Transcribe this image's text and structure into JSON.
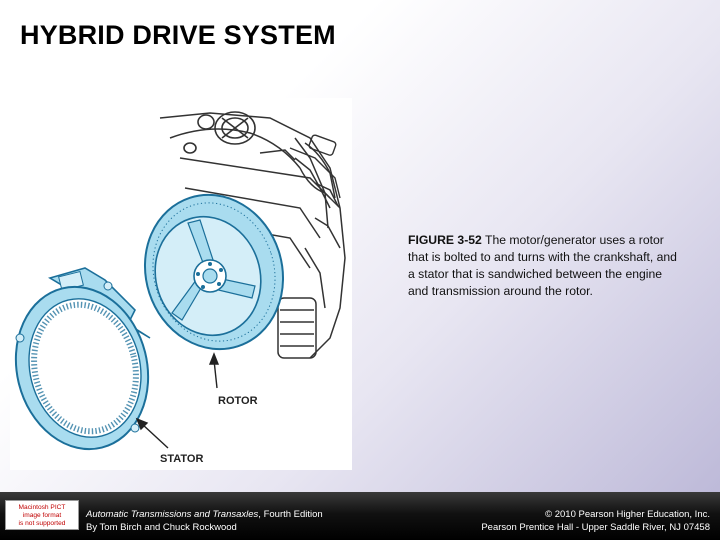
{
  "slide": {
    "title": "HYBRID DRIVE SYSTEM"
  },
  "figure": {
    "labels": {
      "rotor": "ROTOR",
      "stator": "STATOR"
    },
    "caption": {
      "number": "FIGURE 3-52",
      "text": " The motor/generator uses a rotor that is bolted to and turns with the crankshaft, and a stator that is sandwiched between the engine and transmission around the rotor."
    }
  },
  "footer": {
    "badge_lines": [
      "Macintosh PICT",
      "image format",
      "is not supported"
    ],
    "book_title": "Automatic Transmissions and Transaxles",
    "edition": ", Fourth Edition",
    "authors": "By Tom Birch and Chuck Rockwood",
    "copyright": "© 2010 Pearson Higher Education, Inc.",
    "publisher": "Pearson Prentice Hall - Upper Saddle River, NJ 07458"
  },
  "colors": {
    "part_fill": "#a9dcef",
    "part_stroke": "#1b6f9a",
    "line_art": "#333333"
  }
}
